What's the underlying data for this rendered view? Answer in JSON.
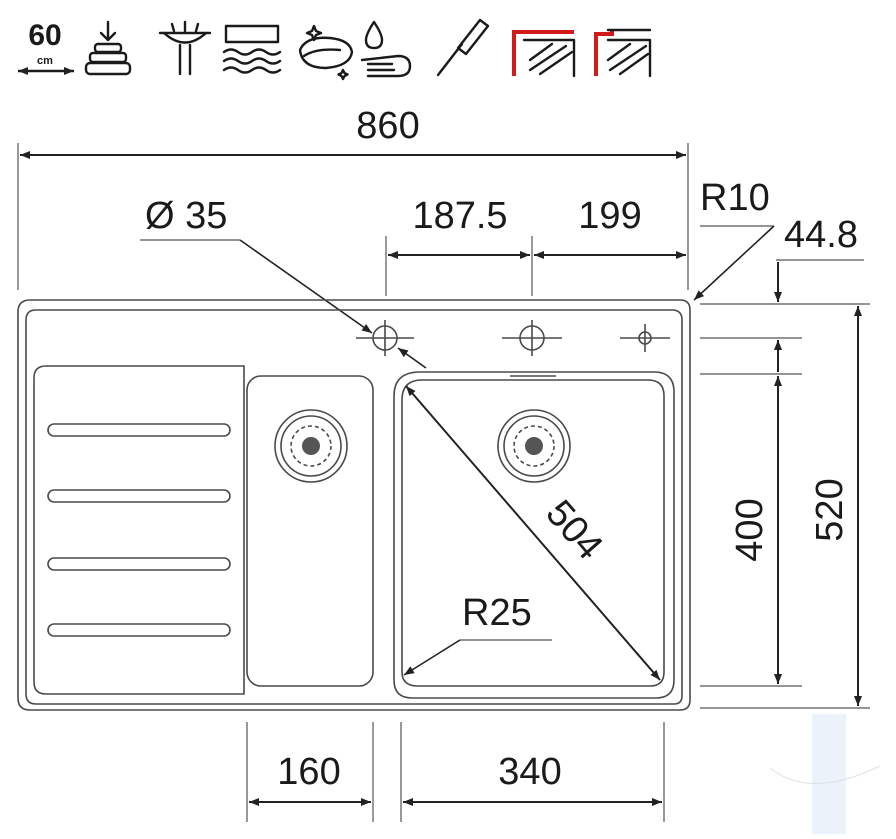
{
  "icons": {
    "cabinet_width_value": "60",
    "cabinet_width_unit": "cm",
    "names": [
      "cabinet-width-icon",
      "drop-in-install-icon",
      "basket-strainer-icon",
      "sink-depth-icon",
      "cleaning-sponge-icon",
      "hand-wash-icon",
      "screwdriver-icon",
      "flush-mount-icon",
      "inset-mount-icon"
    ],
    "accent_color": "#d11a1a"
  },
  "dimensions": {
    "overall_width": "860",
    "tap_hole_diameter": "Ø 35",
    "tap_spacing_1": "187.5",
    "tap_spacing_2": "199",
    "corner_radius_outer": "R10",
    "top_offset": "44.8",
    "diagonal": "504",
    "bowl_height": "400",
    "overall_depth": "520",
    "corner_radius_bowl": "R25",
    "small_bowl_width": "160",
    "large_bowl_width": "340"
  }
}
